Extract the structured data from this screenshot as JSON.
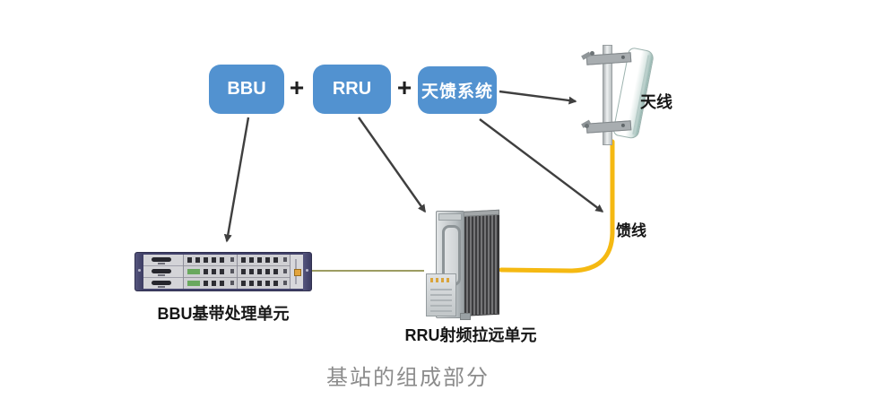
{
  "diagram": {
    "caption": "基站的组成部分",
    "blocks": {
      "bbu": "BBU",
      "rru": "RRU",
      "antenna_feed": "天馈系统",
      "plus": "+"
    },
    "labels": {
      "antenna": "天线",
      "feeder": "馈线",
      "bbu_device": "BBU基带处理单元",
      "rru_device": "RRU射频拉远单元"
    },
    "colors": {
      "box_blue": "#5292d0",
      "box_text_white": "#ffffff",
      "arrow_dark": "#3f3f3f",
      "cable_yellow": "#F5B912",
      "fiber_olive": "#7c7c2e",
      "caption_gray": "#8c8c8c"
    }
  }
}
